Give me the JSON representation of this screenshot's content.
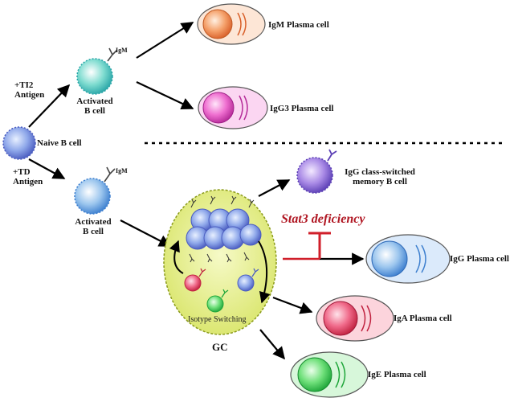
{
  "labels": {
    "naive_b_cell": "Naive B cell",
    "ti2_antigen": "+TI2\nAntigen",
    "td_antigen": "+TD\nAntigen",
    "activated_b_cell_top": "Activated\nB cell",
    "activated_b_cell_bottom": "Activated\nB cell",
    "igm_top": "IgM",
    "igm_bottom": "IgM",
    "igm_plasma": "IgM Plasma cell",
    "igg3_plasma": "IgG3 Plasma cell",
    "igg_memory": "IgG class-switched\nmemory B cell",
    "stat3": "Stat3 deficiency",
    "igg_plasma": "IgG Plasma cell",
    "iga_plasma": "IgA Plasma cell",
    "ige_plasma": "IgE Plasma cell",
    "isotype_switching": "Isotype Switching",
    "gc": "GC"
  },
  "colors": {
    "igm_plasma": "#f3a06a",
    "igg3_plasma": "#f07fd0",
    "igg_plasma": "#7fb6ec",
    "iga_plasma": "#f0607a",
    "ige_plasma": "#6ee07a",
    "gc_fill": "#e6ee8c",
    "inhibit": "#d01f2a",
    "b_cell": "#8fb3e6"
  }
}
